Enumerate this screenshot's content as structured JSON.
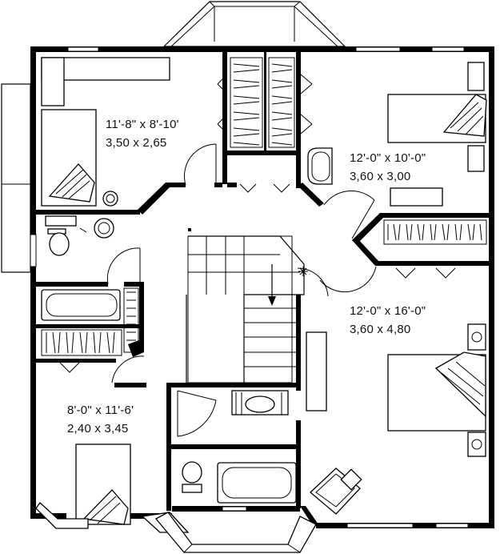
{
  "rooms": [
    {
      "id": "bedroom-northwest",
      "imperial": "11'-8\" x 8'-10'",
      "metric": "3,50 x 2,65"
    },
    {
      "id": "bedroom-northeast",
      "imperial": "12'-0\" x 10'-0\"",
      "metric": "3,60 x 3,00"
    },
    {
      "id": "bedroom-east",
      "imperial": "12'-0\" x 16'-0\"",
      "metric": "3,60 x 4,80"
    },
    {
      "id": "bedroom-southwest",
      "imperial": "8'-0\" x 11'-6'",
      "metric": "2,40 x 3,45"
    }
  ]
}
